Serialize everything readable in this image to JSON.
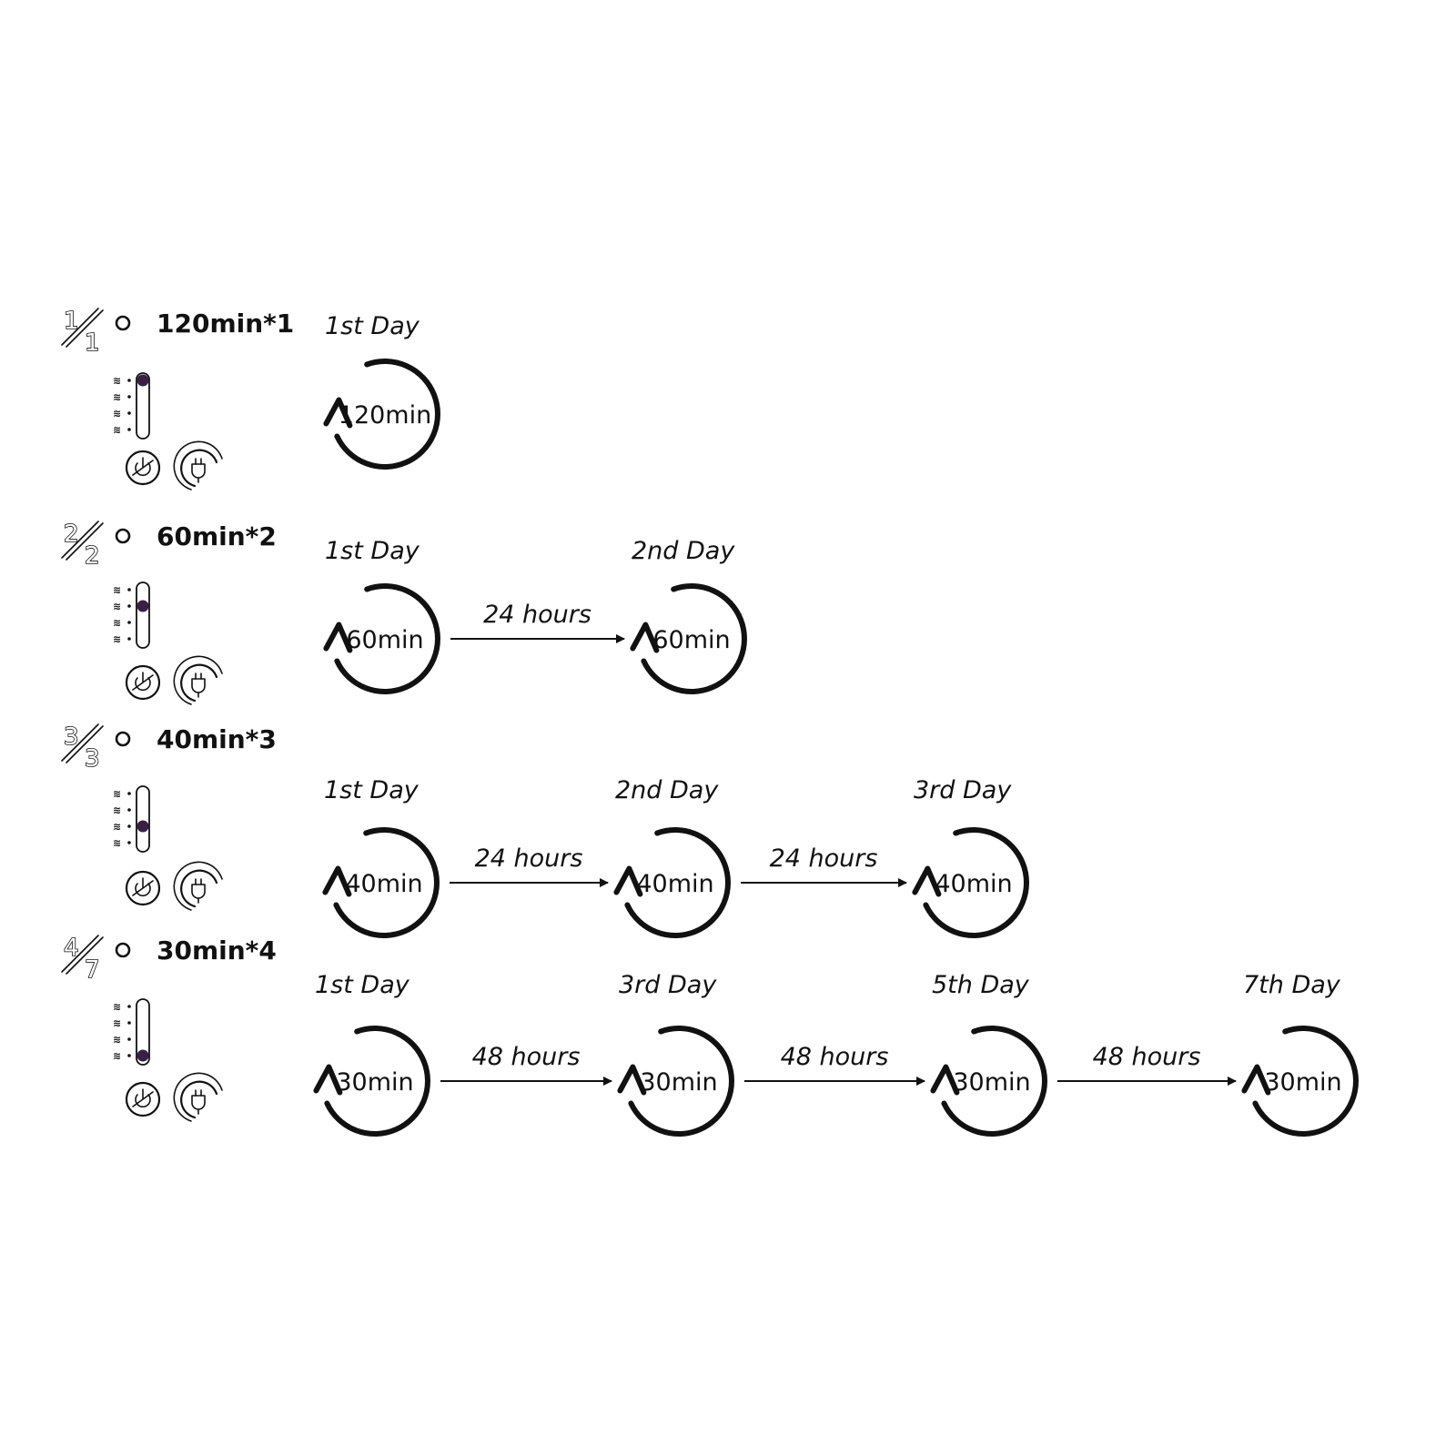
{
  "colors": {
    "ink": "#111111",
    "indicator": "#3a1f45",
    "background": "#ffffff"
  },
  "icons": {
    "mode_dot": "ring-dot-icon",
    "speed_glyph": "fan-speed-icon",
    "power_button": "power-button-icon",
    "plug_signal": "plug-signal-icon",
    "cycle": "circular-arrow-icon",
    "arrow": "arrow-right-icon"
  },
  "modes": [
    {
      "fraction": {
        "numerator": "1",
        "denominator": "1"
      },
      "label": "120min*1",
      "slider_level": 1,
      "sessions": [
        {
          "day": "1st Day",
          "duration": "120min"
        }
      ],
      "intervals": []
    },
    {
      "fraction": {
        "numerator": "2",
        "denominator": "2"
      },
      "label": "60min*2",
      "slider_level": 2,
      "sessions": [
        {
          "day": "1st Day",
          "duration": "60min"
        },
        {
          "day": "2nd Day",
          "duration": "60min"
        }
      ],
      "intervals": [
        "24 hours"
      ]
    },
    {
      "fraction": {
        "numerator": "3",
        "denominator": "3"
      },
      "label": "40min*3",
      "slider_level": 3,
      "sessions": [
        {
          "day": "1st Day",
          "duration": "40min"
        },
        {
          "day": "2nd Day",
          "duration": "40min"
        },
        {
          "day": "3rd Day",
          "duration": "40min"
        }
      ],
      "intervals": [
        "24 hours",
        "24 hours"
      ]
    },
    {
      "fraction": {
        "numerator": "4",
        "denominator": "7"
      },
      "label": "30min*4",
      "slider_level": 4,
      "sessions": [
        {
          "day": "1st Day",
          "duration": "30min"
        },
        {
          "day": "3rd Day",
          "duration": "30min"
        },
        {
          "day": "5th Day",
          "duration": "30min"
        },
        {
          "day": "7th Day",
          "duration": "30min"
        }
      ],
      "intervals": [
        "48 hours",
        "48 hours",
        "48 hours"
      ]
    }
  ]
}
